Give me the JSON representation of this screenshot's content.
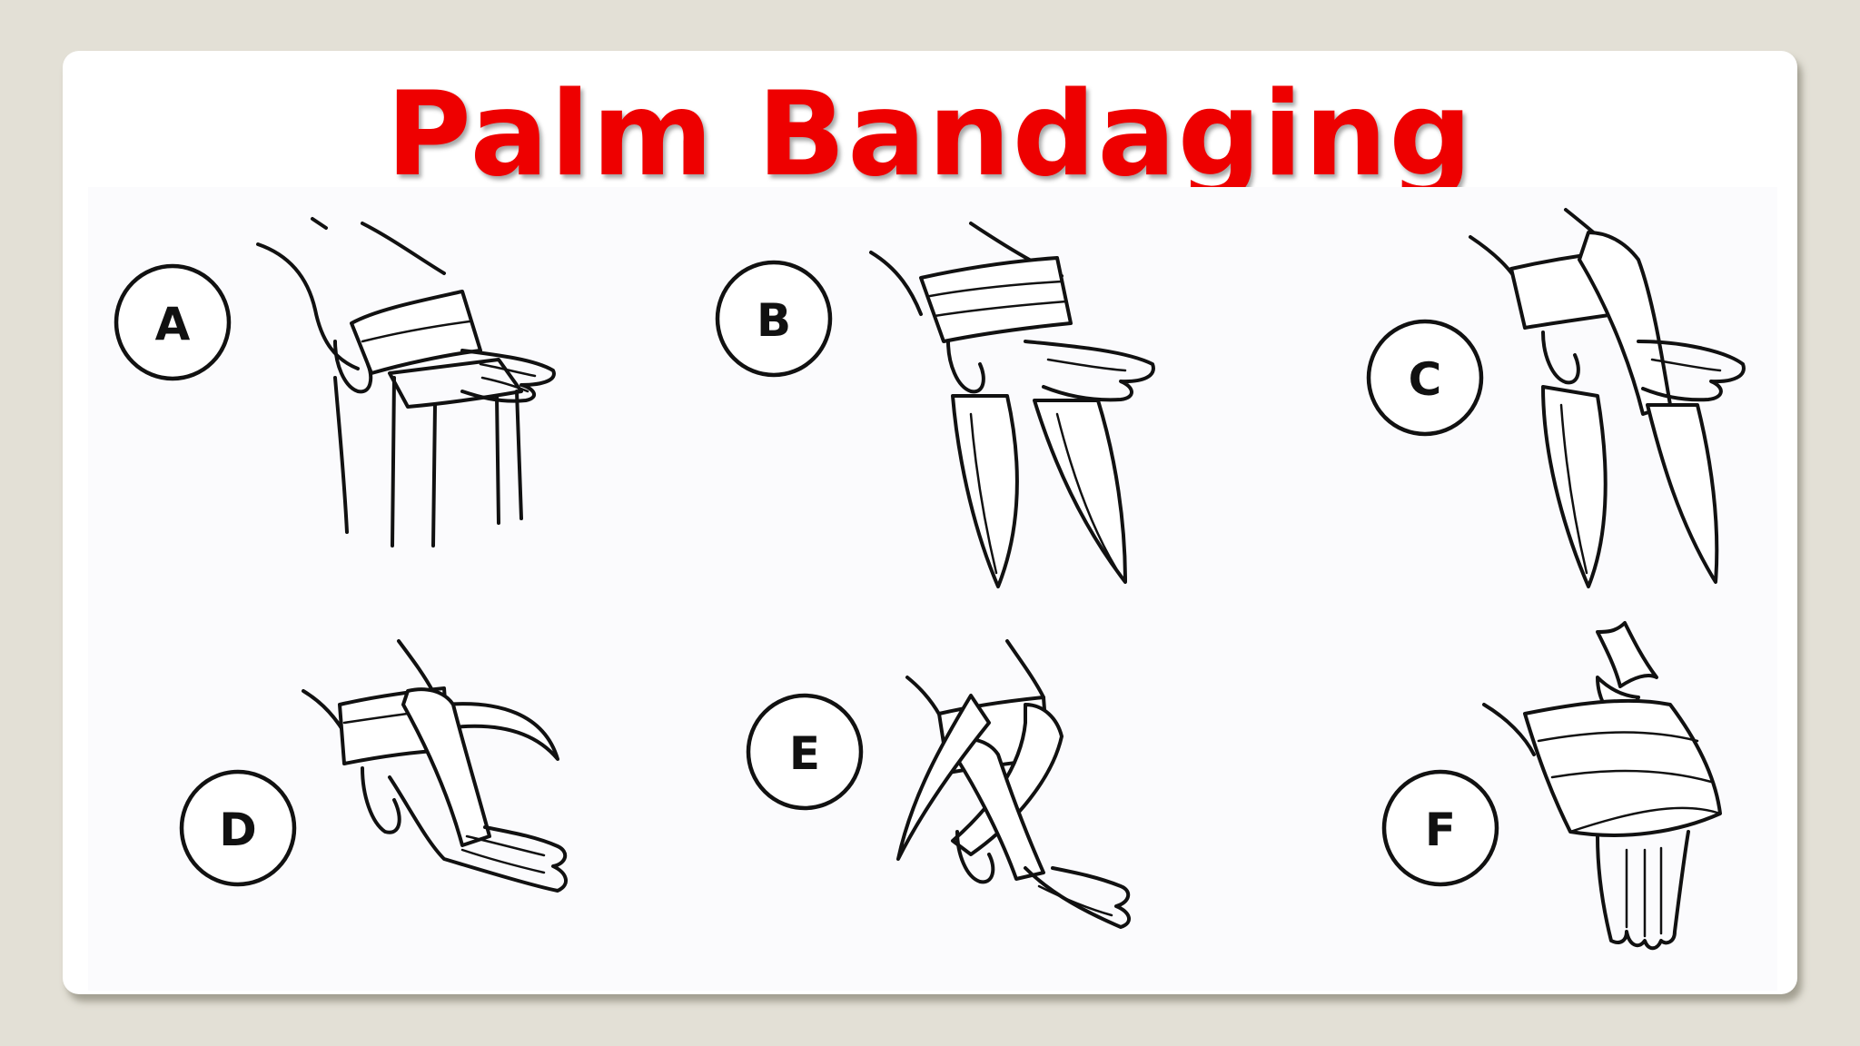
{
  "slide": {
    "title": "Palm Bandaging"
  },
  "steps": [
    {
      "label": "A",
      "icon": "hand-on-padding-block"
    },
    {
      "label": "B",
      "icon": "hand-with-bandage-tails"
    },
    {
      "label": "C",
      "icon": "bandage-crossing-palm"
    },
    {
      "label": "D",
      "icon": "bandage-wrapped-back-of-hand"
    },
    {
      "label": "E",
      "icon": "bandage-crossed-over-hand"
    },
    {
      "label": "F",
      "icon": "bandage-tied-at-wrist"
    }
  ],
  "colors": {
    "title": "#ee0000",
    "background": "#e3e0d6",
    "card": "#ffffff"
  }
}
